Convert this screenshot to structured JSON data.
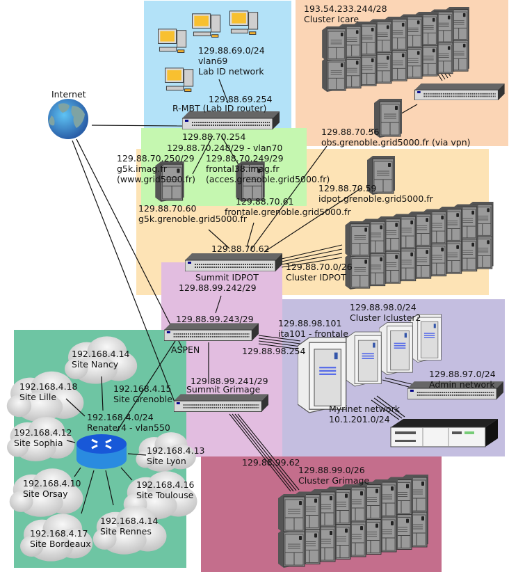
{
  "diagram": {
    "internet": {
      "label": "Internet"
    },
    "lab_id": {
      "network": [
        "129.88.69.0/24",
        "vlan69",
        "Lab ID network"
      ],
      "router": [
        "129.88.69.254",
        "R-MBT (Lab ID router)"
      ]
    },
    "icare": {
      "label": [
        "193.54.233.244/28",
        "Cluster Icare"
      ]
    },
    "obs": {
      "label": [
        "129.88.70.56",
        "obs.grenoble.grid5000.fr (via vpn)"
      ]
    },
    "vlan70": {
      "gateway": "129.88.70.254",
      "subnet": "129.88.70.248/29 - vlan70",
      "g5k_imag": [
        "129.88.70.250/29",
        "g5k.imag.fr",
        "(www.grid5000.fr)"
      ],
      "frontal38": [
        "129.88.70.249/29",
        "frontal38.imag.fr",
        "(acces.grenoble.grid5000.fr)"
      ]
    },
    "idpot_zone": {
      "g5k_grenoble": [
        "129.88.70.60",
        "g5k.grenoble.grid5000.fr"
      ],
      "frontale": [
        "129.88.70.61",
        "frontale.grenoble.grid5000.fr"
      ],
      "idpot_server": [
        "129.88.70.59",
        "idpot.grenoble.grid5000.fr"
      ],
      "summit_ip": "129.88.70.62",
      "summit_name": "Summit IDPOT",
      "cluster": [
        "129.88.70.0/26",
        "Cluster IDPOT"
      ]
    },
    "aspen": {
      "uplink": "129.88.99.242/29",
      "ip": "129.88.99.243/29",
      "name": "ASPEN",
      "to_icluster": "129.88.98.254"
    },
    "summit_grimage": [
      "129.88.99.241/29",
      "Summit Grimage"
    ],
    "icluster2": {
      "frontale": [
        "129.88.98.101",
        "ita101 - frontale"
      ],
      "cluster": [
        "129.88.98.0/24",
        "Cluster Icluster2"
      ],
      "admin": [
        "129.88.97.0/24",
        "Admin network"
      ],
      "myrinet": [
        "Myrinet network",
        "10.1.201.0/24"
      ]
    },
    "grimage": {
      "gateway": "129.88.99.62",
      "cluster": [
        "129.88.99.0/26",
        "Cluster Grimage"
      ]
    },
    "renater": {
      "core": [
        "192.168.4.0/24",
        "Renater4 - vlan550"
      ],
      "sites": [
        {
          "ip": "192.168.4.14",
          "name": "Site Nancy"
        },
        {
          "ip": "192.168.4.18",
          "name": "Site Lille"
        },
        {
          "ip": "192.168.4.15",
          "name": "Site Grenoble"
        },
        {
          "ip": "192.168.4.12",
          "name": "Site Sophia"
        },
        {
          "ip": "192.168.4.13",
          "name": "Site Lyon"
        },
        {
          "ip": "192.168.4.10",
          "name": "Site Orsay"
        },
        {
          "ip": "192.168.4.16",
          "name": "Site Toulouse"
        },
        {
          "ip": "192.168.4.17",
          "name": "Site Bordeaux"
        },
        {
          "ip": "192.168.4.14",
          "name": "Site Rennes"
        }
      ]
    },
    "colors": {
      "lab_id_zone": "#b3e2f8",
      "icare_zone": "#fbd5b5",
      "idpot_zone": "#fde3b5",
      "vlan70_zone": "#c5f7b0",
      "aspen_zone": "#e2bde0",
      "icluster_zone": "#c4bee0",
      "renater_zone": "#6ec5a3",
      "grimage_zone": "#c46e8c"
    }
  }
}
